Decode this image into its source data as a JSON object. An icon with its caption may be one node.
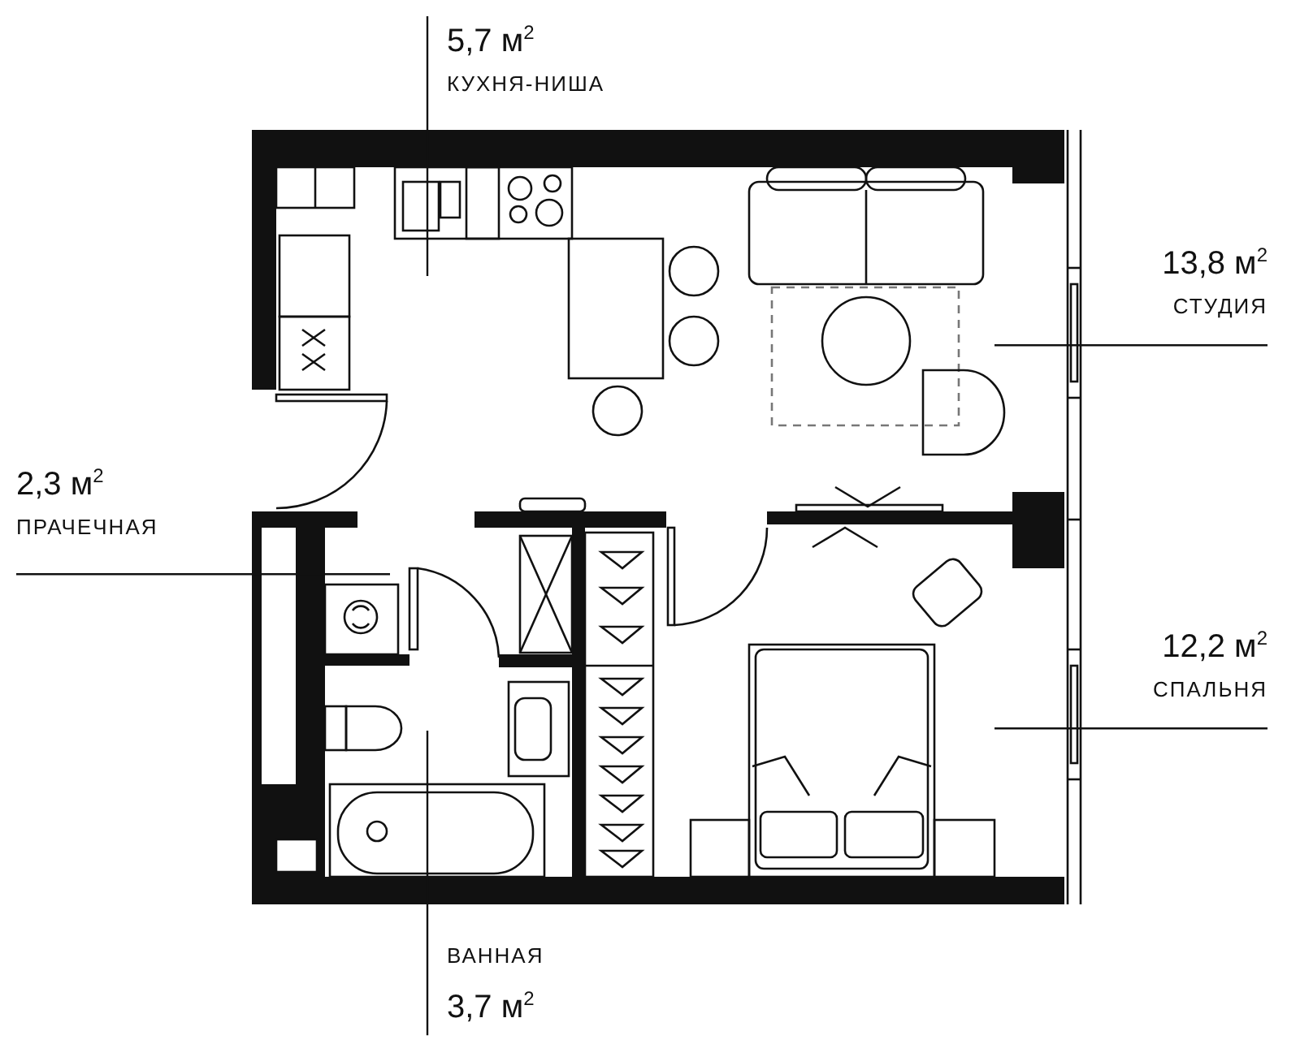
{
  "diagram": {
    "nodes": [
      {
        "text": [
          "5,7 м$^{2}$",
          "КУХНЯ-НИША"
        ]
      },
      {
        "text": [
          "13,8 м$^{2}$",
          "СТУДИЯ"
        ]
      },
      {
        "text": [
          "2,3 м$^{2}$",
          "ПРАЧЕЧНАЯ"
        ]
      },
      {
        "text": [
          "12,2 м$^{2}$",
          "СПАЛЬНЯ"
        ]
      },
      {
        "text": [
          "ВАННАЯ",
          "3,7 м$^{2}$"
        ]
      }
    ],
    "edges": [
      {
        "from": 0,
        "to": null,
        "arrow": "none"
      },
      {
        "from": 1,
        "to": null,
        "arrow": "none"
      },
      {
        "from": 2,
        "to": null,
        "arrow": "none"
      },
      {
        "from": 3,
        "to": null,
        "arrow": "none"
      },
      {
        "from": 4,
        "to": null,
        "arrow": "none"
      }
    ]
  }
}
